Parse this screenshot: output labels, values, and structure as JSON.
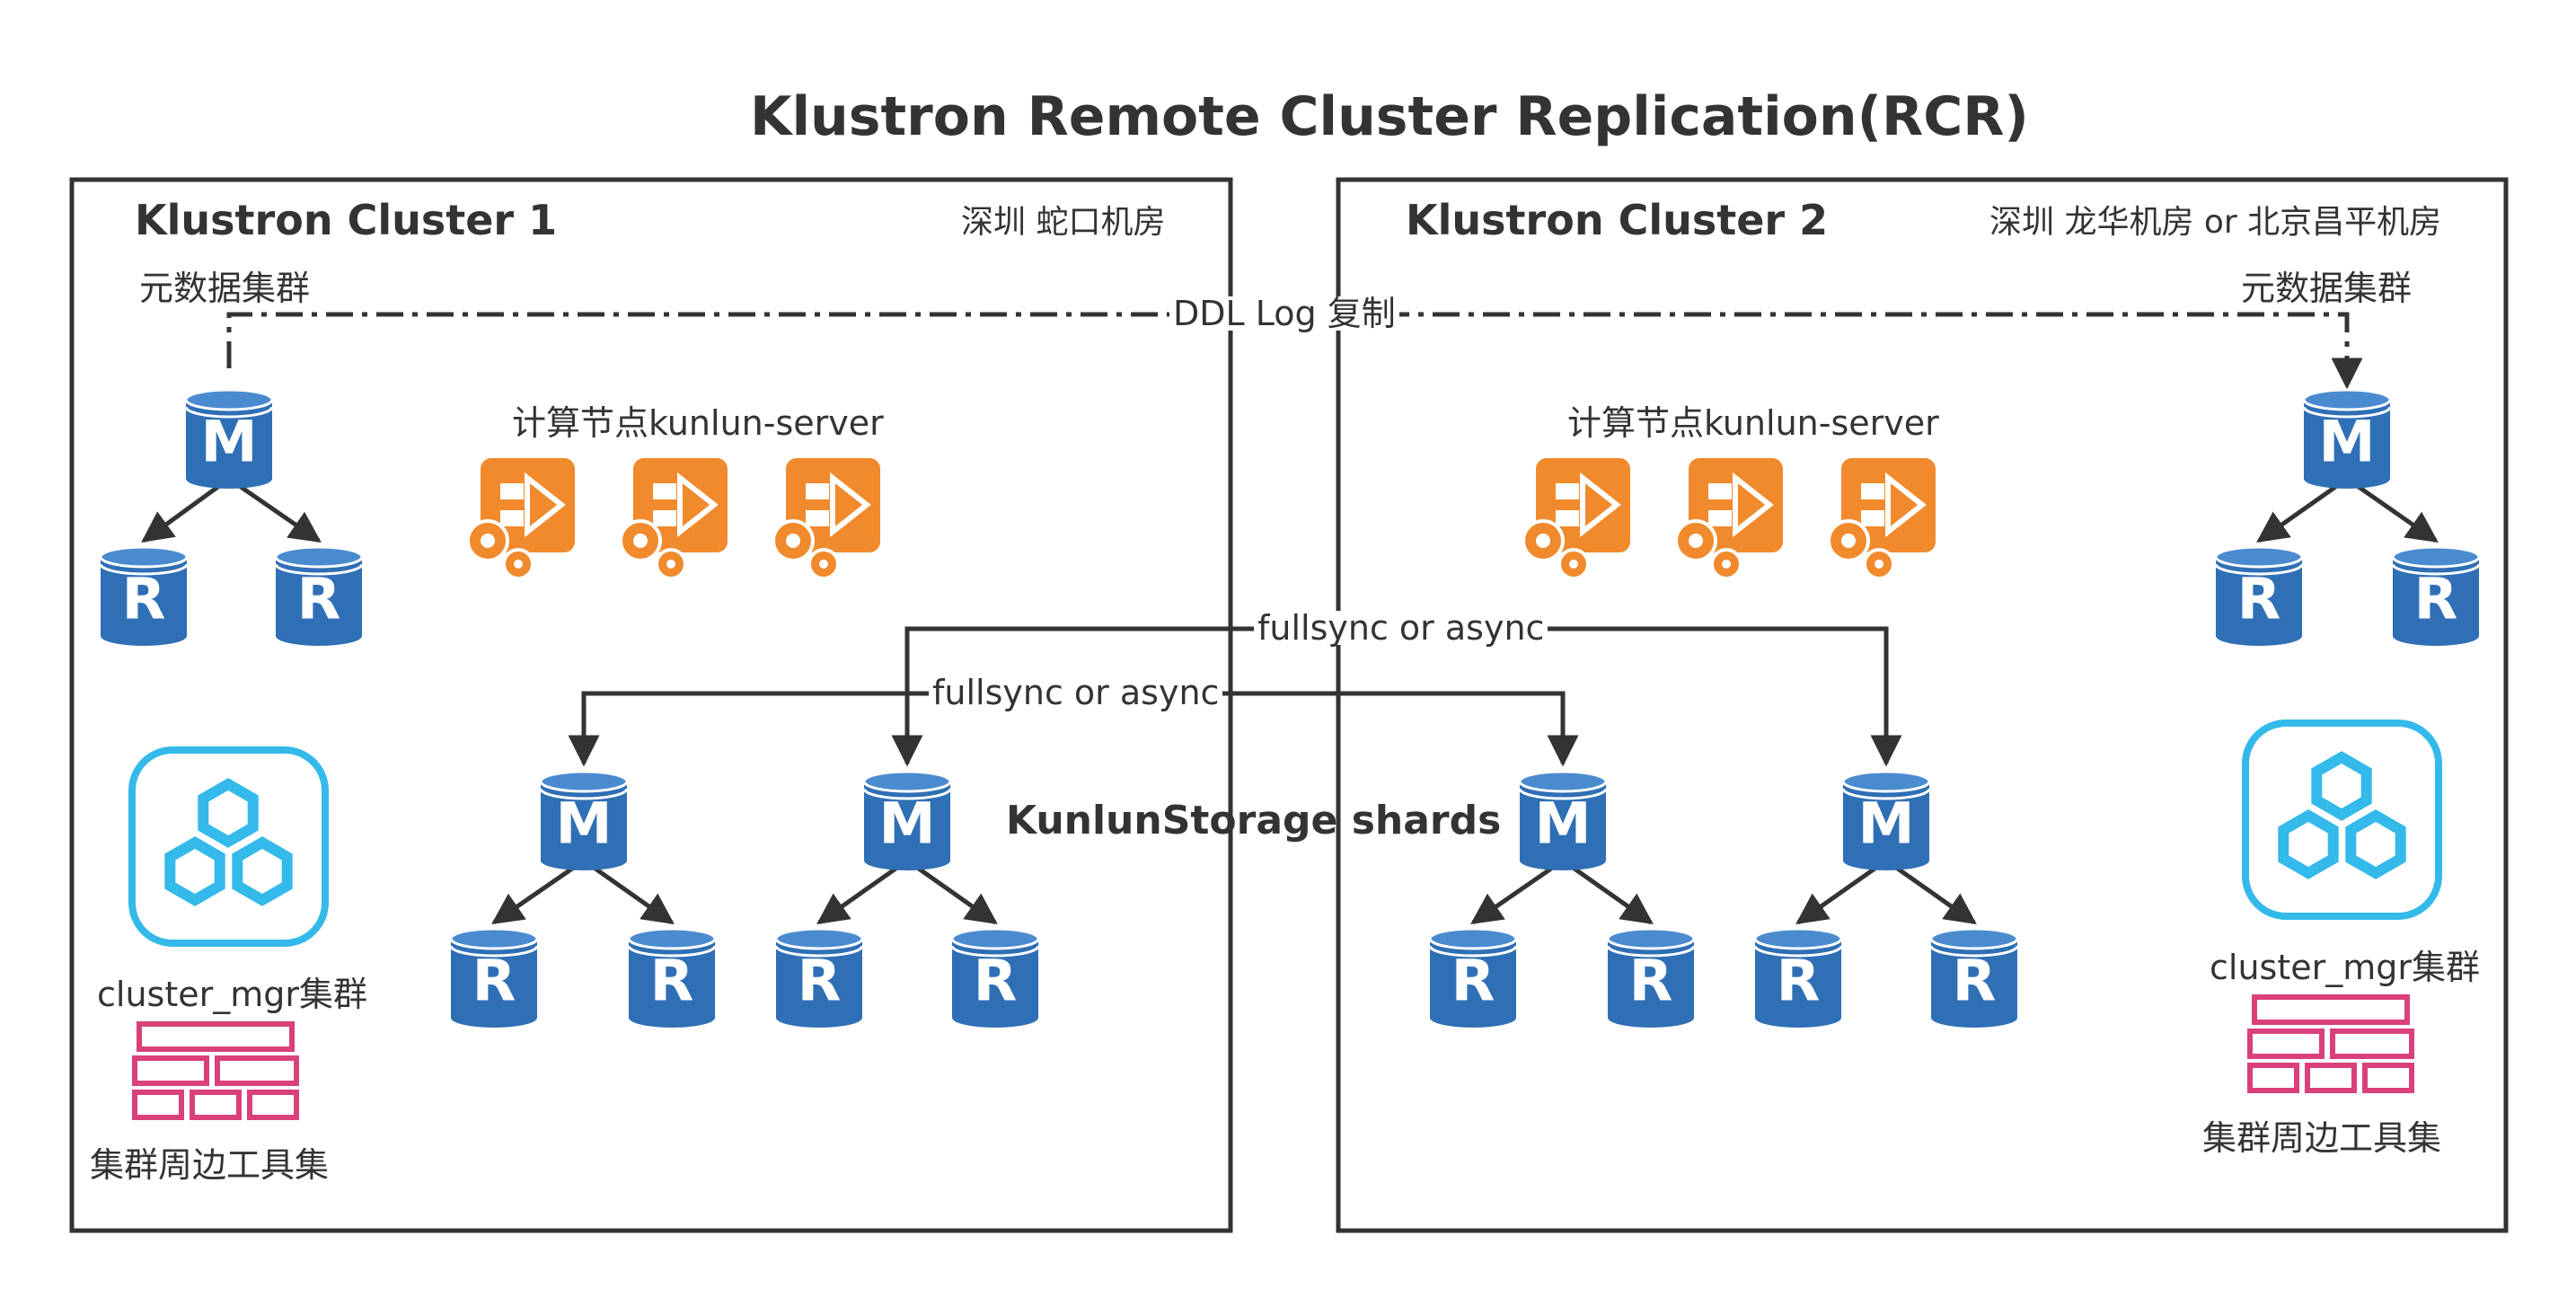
{
  "title": "Klustron Remote Cluster Replication(RCR)",
  "cluster1": {
    "name": "Klustron Cluster 1",
    "location": "深圳 蛇口机房",
    "meta_label": "元数据集群",
    "compute_label": "计算节点kunlun-server",
    "mgr_label": "cluster_mgr集群",
    "tools_label": "集群周边工具集"
  },
  "cluster2": {
    "name": "Klustron Cluster 2",
    "location": "深圳 龙华机房 or 北京昌平机房",
    "meta_label": "元数据集群",
    "compute_label": "计算节点kunlun-server",
    "mgr_label": "cluster_mgr集群",
    "tools_label": "集群周边工具集"
  },
  "edges": {
    "ddl": "DDL Log 复制",
    "sync_outer": "fullsync or async",
    "sync_inner": "fullsync or async"
  },
  "shards_label": "KunlunStorage shards",
  "node_letters": {
    "master": "M",
    "replica": "R"
  },
  "colors": {
    "db_blue": "#2f6fb5",
    "db_top": "#4a8bd0",
    "compute_orange": "#f08a2c",
    "mgr_cyan": "#33b9ea",
    "tools_pink": "#d9407c",
    "line": "#333333"
  }
}
